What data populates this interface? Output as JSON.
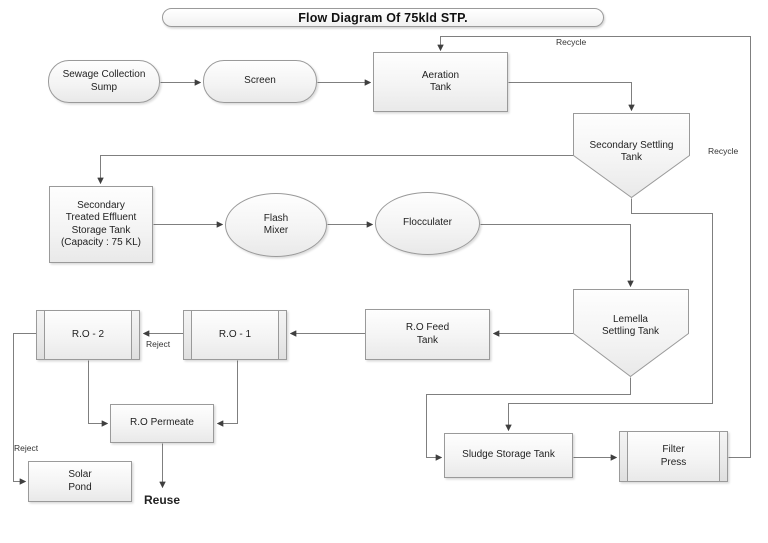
{
  "diagram": {
    "title": "Flow Diagram Of 75kld STP.",
    "nodes": {
      "sewage_sump": [
        "Sewage Collection",
        "Sump"
      ],
      "screen": "Screen",
      "aeration_tank": [
        "Aeration",
        "Tank"
      ],
      "secondary_settling_tank": [
        "Secondary Settling",
        "Tank"
      ],
      "storage_tank": [
        "Secondary",
        "Treated Effluent",
        "Storage Tank",
        "(Capacity : 75 KL)"
      ],
      "flash_mixer": [
        "Flash",
        "Mixer"
      ],
      "flocculater": "Flocculater",
      "lemella_settling_tank": [
        "Lemella",
        "Settling Tank"
      ],
      "ro_feed_tank": [
        "R.O Feed",
        "Tank"
      ],
      "ro_1": "R.O - 1",
      "ro_2": "R.O - 2",
      "ro_permeate": "R.O Permeate",
      "solar_pond": [
        "Solar",
        "Pond"
      ],
      "sludge_storage_tank": "Sludge Storage Tank",
      "filter_press": [
        "Filter",
        "Press"
      ]
    },
    "edge_labels": {
      "recycle_top": "Recycle",
      "recycle_right": "Recycle",
      "reject_mid": "Reject",
      "reject_left": "Reject",
      "reuse": "Reuse"
    },
    "colors": {
      "line": "#7f7f7f",
      "arrow": "#3f3f3f",
      "shape_border": "#9a9a9a",
      "shape_fill_top": "#fefefe",
      "shape_fill_bottom": "#e9e9e9",
      "text": "#1f1f1f"
    }
  }
}
